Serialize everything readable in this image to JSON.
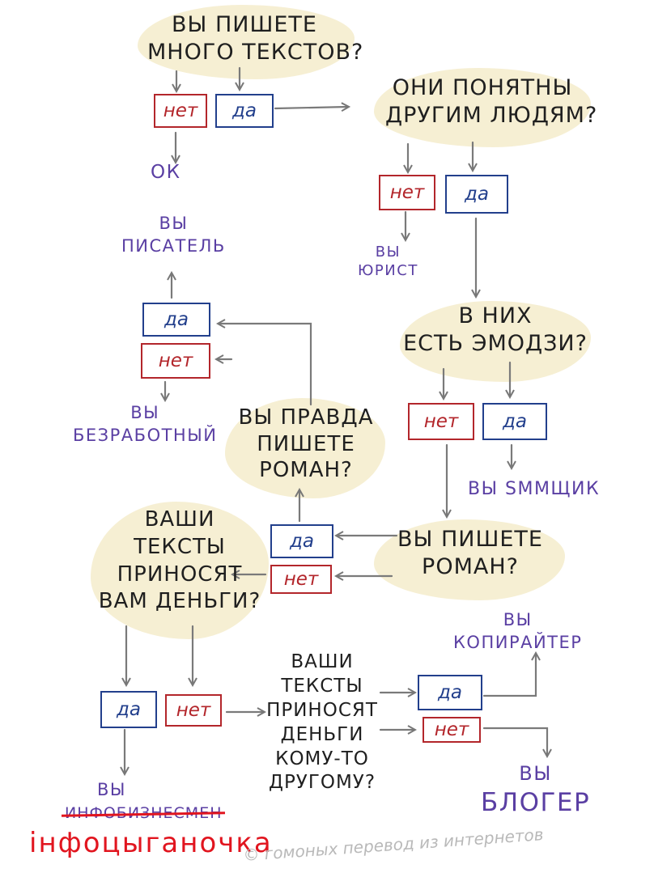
{
  "q1": {
    "line1": "ВЫ ПИШЕТЕ",
    "line2": "МНОГО ТЕКСТОВ?"
  },
  "q2": {
    "line1": "ОНИ ПОНЯТНЫ",
    "line2": "ДРУГИМ ЛЮДЯМ?"
  },
  "q3": {
    "line1": "В НИХ",
    "line2": "ЕСТЬ ЭМОДЗИ?"
  },
  "q4": {
    "line1": "ВЫ ПИШЕТЕ",
    "line2": "РОМАН?"
  },
  "q5": {
    "line1": "ВЫ ПРАВДА",
    "line2": "ПИШЕТЕ",
    "line3": "РОМАН?"
  },
  "q6": {
    "line1": "ВАШИ",
    "line2": "ТЕКСТЫ",
    "line3": "ПРИНОСЯТ",
    "line4": "ВАМ ДЕНЬГИ?"
  },
  "q7": {
    "line1": "ВАШИ",
    "line2": "ТЕКСТЫ",
    "line3": "ПРИНОСЯТ",
    "line4": "ДЕНЬГИ",
    "line5": "КОМУ-ТО",
    "line6": "ДРУГОМУ?"
  },
  "answers": {
    "yes": "да",
    "no": "нет"
  },
  "results": {
    "ok": "ОК",
    "writer_1": "ВЫ",
    "writer_2": "ПИСАТЕЛЬ",
    "lawyer_1": "ВЫ",
    "lawyer_2": "ЮРИСТ",
    "unemployed_1": "ВЫ",
    "unemployed_2": "БЕЗРАБОТНЫЙ",
    "smm": "ВЫ SMMЩИК",
    "copywriter_1": "ВЫ",
    "copywriter_2": "КОПИРАЙТЕР",
    "blogger_1": "ВЫ",
    "blogger_2": "БЛОГЕР",
    "info_1": "ВЫ",
    "info_struck": "ИНФОБИЗНЕСМЕН",
    "info_fix": "iнфоцыганочка"
  },
  "credit": "© гомоных перевод из интернетов",
  "colors": {
    "no": "#b3262b",
    "yes": "#223f8c",
    "result": "#5a3fa3",
    "highlight": "#f6efd3",
    "correction": "#e1151f"
  }
}
